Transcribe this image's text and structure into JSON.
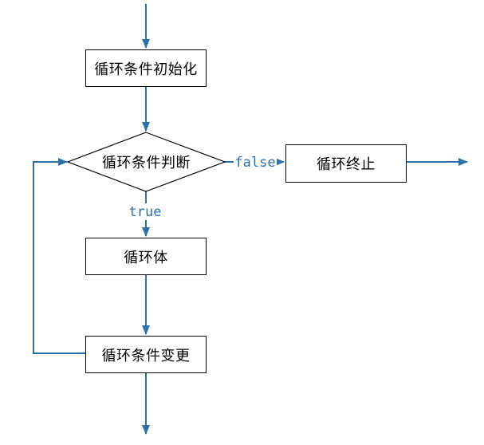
{
  "diagram": {
    "type": "flowchart",
    "description": "while-loop control flow diagram",
    "colors": {
      "line": "#2B72A8",
      "shape_border": "#000000",
      "shape_fill": "#FFFFFF",
      "node_text": "#000000",
      "edge_label_text": "#2B72A8",
      "background": "#FFFFFF"
    },
    "nodes": {
      "init": {
        "shape": "rectangle",
        "label": "循环条件初始化"
      },
      "condition": {
        "shape": "diamond",
        "label": "循环条件判断"
      },
      "terminate": {
        "shape": "rectangle",
        "label": "循环终止"
      },
      "body": {
        "shape": "rectangle",
        "label": "循环体"
      },
      "update": {
        "shape": "rectangle",
        "label": "循环条件变更"
      }
    },
    "edge_labels": {
      "false_branch": "false",
      "true_branch": "true"
    },
    "edges": [
      "entry -> init",
      "init -> condition",
      "condition -false-> terminate",
      "terminate -> exit-right",
      "condition -true-> body",
      "body -> update",
      "update -> exit-bottom",
      "update -> condition (feedback loop, left side)"
    ]
  }
}
